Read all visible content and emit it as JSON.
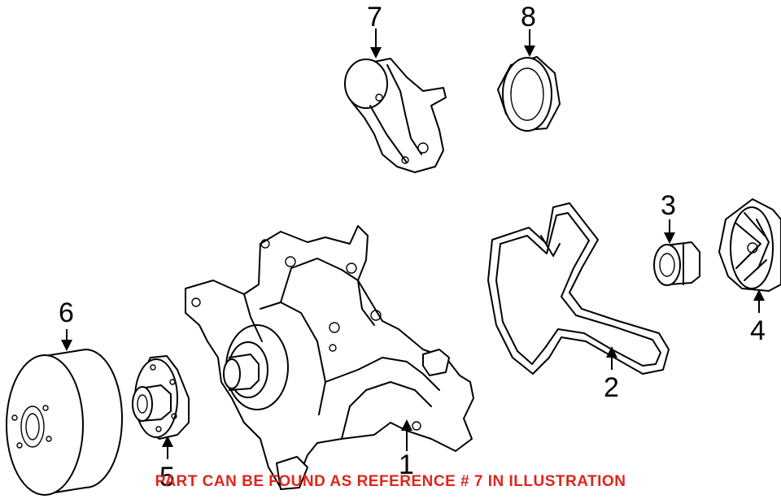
{
  "callouts": [
    "1",
    "2",
    "3",
    "4",
    "5",
    "6",
    "7",
    "8"
  ],
  "note": "PART CAN BE FOUND AS REFERENCE # 7 IN ILLUSTRATION",
  "colors": {
    "note": "#e0251b",
    "line": "#000000",
    "background": "#ffffff"
  }
}
